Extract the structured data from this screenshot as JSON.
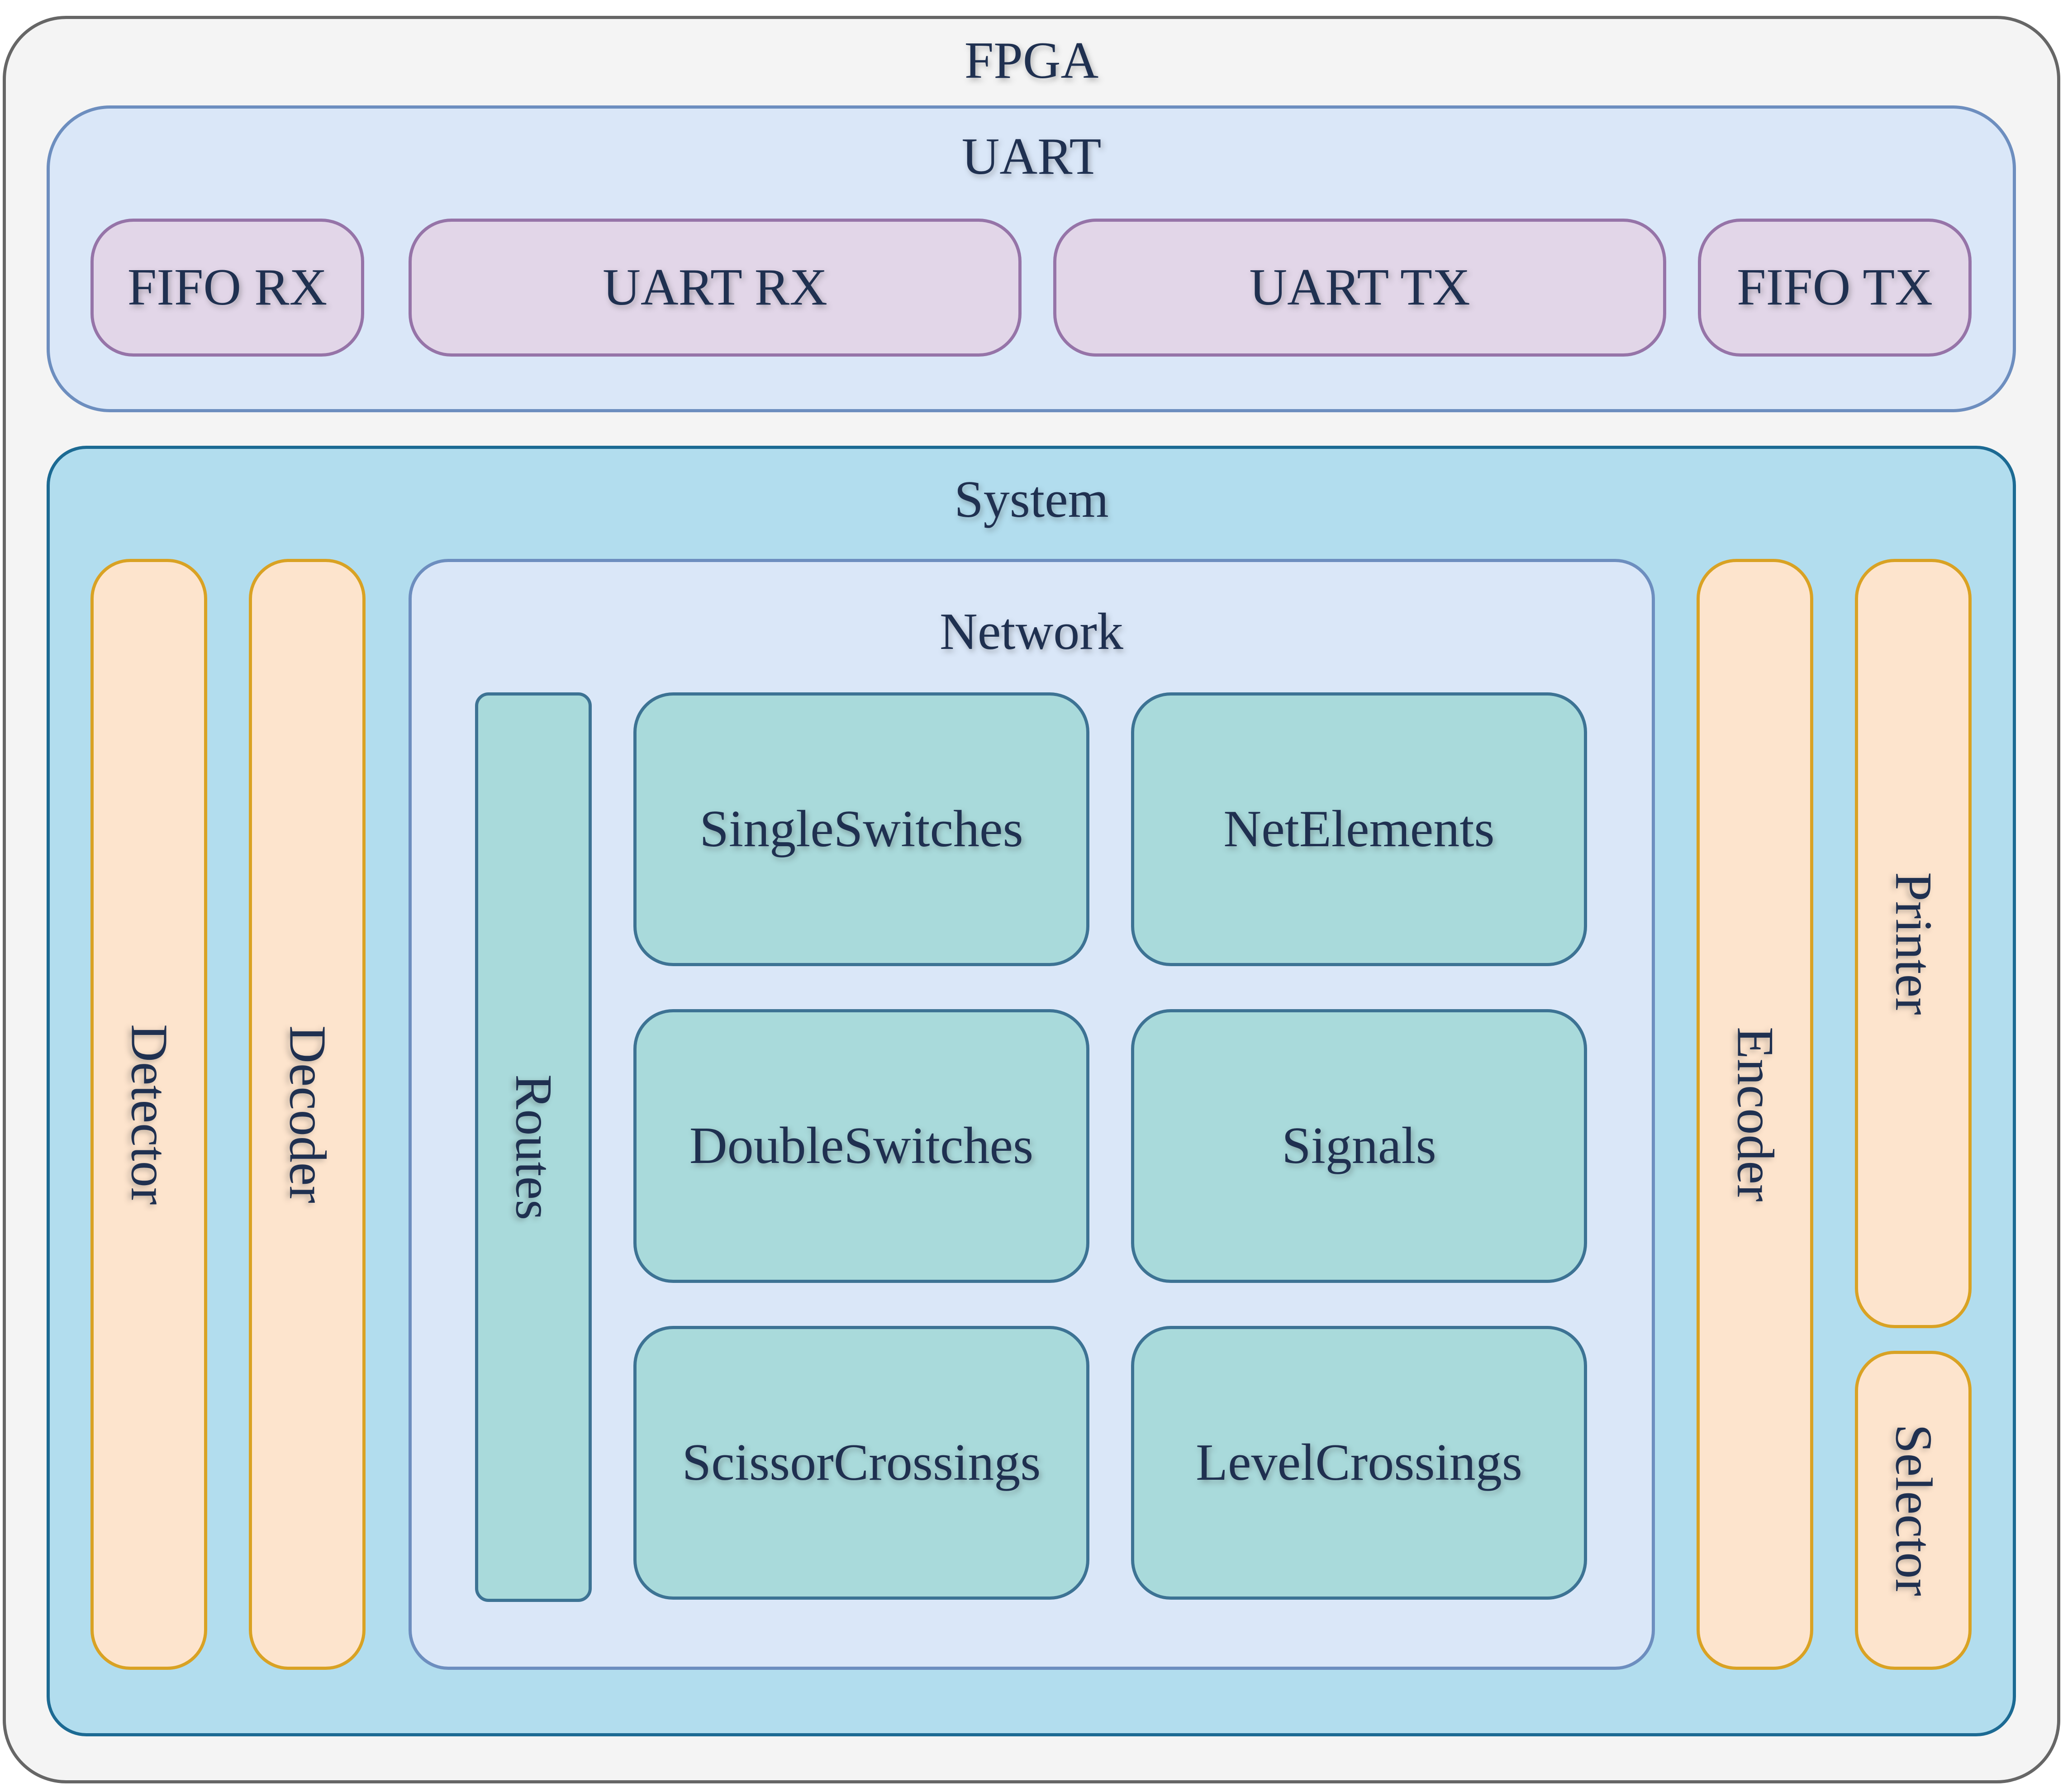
{
  "fpga": {
    "title": "FPGA"
  },
  "uart": {
    "title": "UART",
    "blocks": [
      "FIFO RX",
      "UART RX",
      "UART TX",
      "FIFO TX"
    ]
  },
  "system": {
    "title": "System",
    "left_blocks": [
      "Detector",
      "Decoder"
    ],
    "right_blocks": [
      "Encoder",
      "Printer",
      "Selector"
    ],
    "network": {
      "title": "Network",
      "routes": "Routes",
      "grid": [
        "SingleSwitches",
        "NetElements",
        "DoubleSwitches",
        "Signals",
        "ScissorCrossings",
        "LevelCrossings"
      ]
    }
  }
}
